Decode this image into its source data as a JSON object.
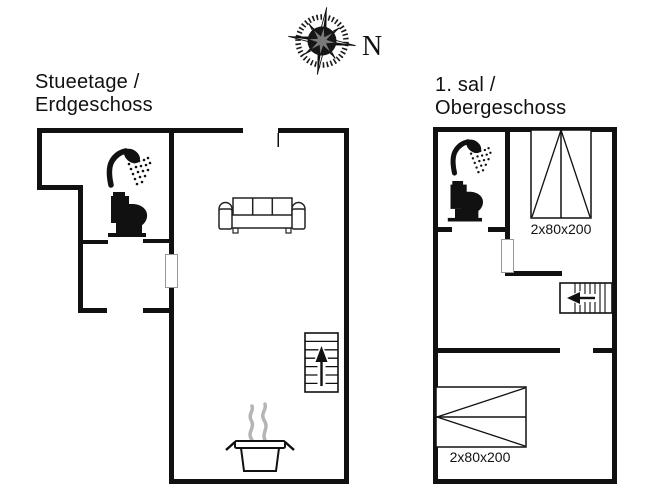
{
  "page": {
    "background": "#ffffff",
    "line_color": "#111111",
    "steam_color": "#b5b5b5"
  },
  "compass": {
    "north_label": "N"
  },
  "ground_floor": {
    "title_line1": "Stueetage /",
    "title_line2": "Erdgeschoss",
    "icons": [
      "shower-icon",
      "toilet-icon",
      "sofa-icon",
      "staircase-up-icon",
      "stove-pot-icon"
    ]
  },
  "upper_floor": {
    "title_line1": "1. sal /",
    "title_line2": "Obergeschoss",
    "icons": [
      "shower-icon",
      "toilet-icon",
      "staircase-down-icon",
      "double-bed-icon",
      "double-bed-icon"
    ],
    "beds": [
      {
        "position": "top-right",
        "label": "2x80x200"
      },
      {
        "position": "bottom-left",
        "label": "2x80x200"
      }
    ]
  }
}
